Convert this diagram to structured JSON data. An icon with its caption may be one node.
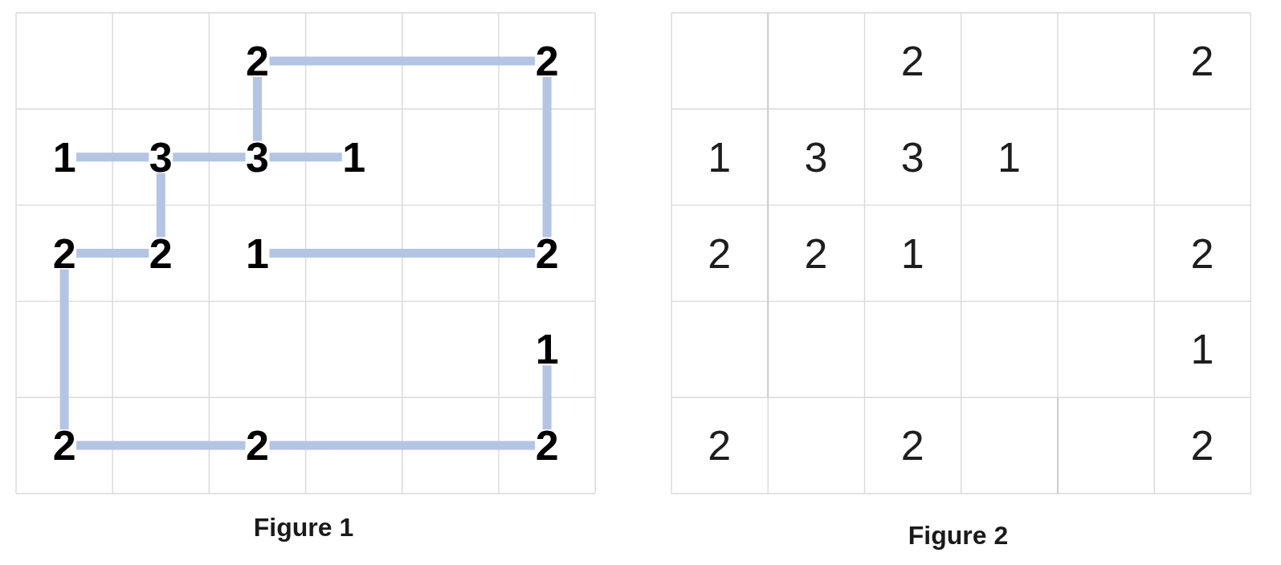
{
  "diagram": {
    "nodes": [
      {
        "text": [
          "2"
        ]
      },
      {
        "text": [
          "2"
        ]
      },
      {
        "text": [
          "1"
        ]
      },
      {
        "text": [
          "3"
        ]
      },
      {
        "text": [
          "3"
        ]
      },
      {
        "text": [
          "1"
        ]
      },
      {
        "text": [
          "2"
        ]
      },
      {
        "text": [
          "2"
        ]
      },
      {
        "text": [
          "1"
        ]
      },
      {
        "text": [
          "2"
        ]
      },
      {
        "text": [
          "1"
        ]
      },
      {
        "text": [
          "2"
        ]
      },
      {
        "text": [
          "2"
        ]
      },
      {
        "text": [
          "2"
        ]
      }
    ],
    "edges": [
      {
        "from": 0,
        "to": 1,
        "arrow": "none"
      },
      {
        "from": 0,
        "to": 4,
        "arrow": "none"
      },
      {
        "from": 1,
        "to": 9,
        "arrow": "none"
      },
      {
        "from": 2,
        "to": 3,
        "arrow": "none"
      },
      {
        "from": 3,
        "to": 4,
        "arrow": "none"
      },
      {
        "from": 4,
        "to": 5,
        "arrow": "none"
      },
      {
        "from": 3,
        "to": 7,
        "arrow": "none"
      },
      {
        "from": 6,
        "to": 7,
        "arrow": "none"
      },
      {
        "from": 8,
        "to": 9,
        "arrow": "none"
      },
      {
        "from": 6,
        "to": 11,
        "arrow": "none"
      },
      {
        "from": 10,
        "to": 13,
        "arrow": "none"
      },
      {
        "from": 11,
        "to": 12,
        "arrow": "none"
      },
      {
        "from": 12,
        "to": 13,
        "arrow": "none"
      }
    ],
    "labels": [
      "Figure 1",
      "2",
      "2",
      "1",
      "3",
      "3",
      "1",
      "2",
      "2",
      "1",
      "2",
      "1",
      "2",
      "2",
      "2",
      "Figure 2"
    ]
  }
}
